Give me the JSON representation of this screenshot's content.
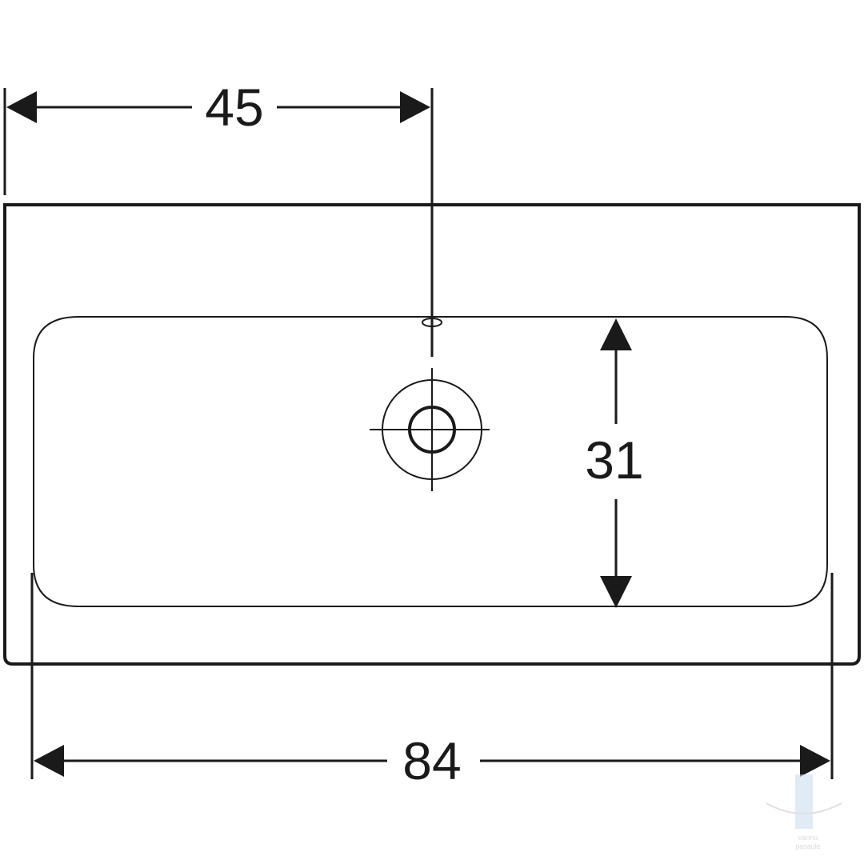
{
  "drawing": {
    "dimensions": {
      "tap_hole_offset": "45",
      "bowl_depth": "31",
      "overall_width": "84"
    },
    "line_color": "#1a1a1a",
    "background_color": "#ffffff"
  },
  "watermark": {
    "text_line1": "vannu",
    "text_line2": "pasaule"
  }
}
